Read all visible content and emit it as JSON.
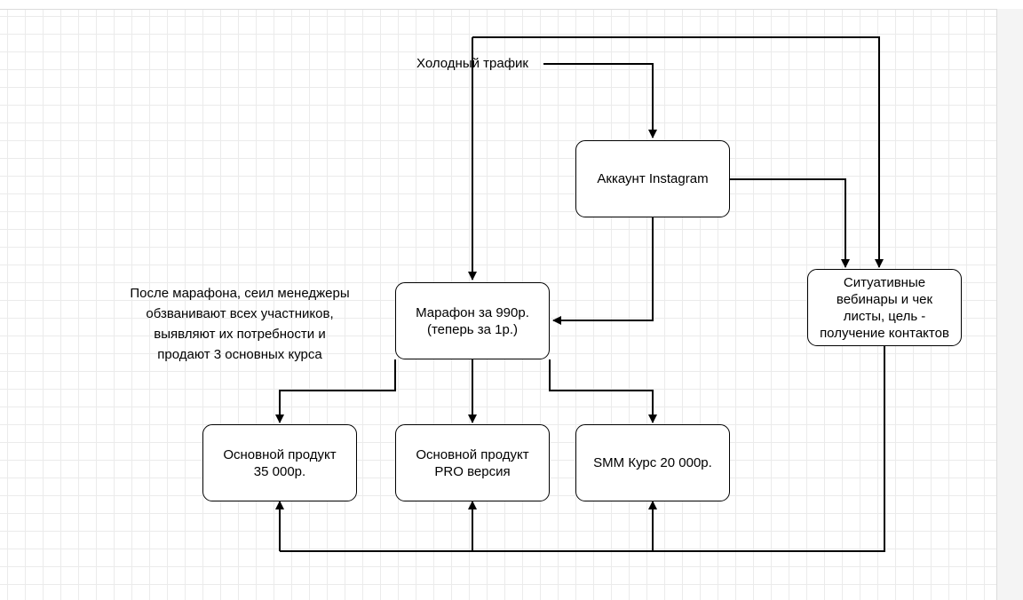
{
  "diagram": {
    "colors": {
      "stroke": "#000000",
      "grid": "#ebebeb",
      "background": "#ffffff"
    },
    "source_label": "Холодный трафик",
    "note": "После марафона, сеил менеджеры\nобзванивают всех участников,\nвыявляют их потребности и\nпродают 3 основных курса",
    "nodes": {
      "instagram": "Аккаунт Instagram",
      "marathon": "Марафон за 990р.\n(теперь за 1р.)",
      "webinars": "Ситуативные\nвебинары и чек\nлисты, цель -\nполучение контактов",
      "product_main": "Основной продукт\n35 000р.",
      "product_pro": "Основной продукт\nPRO версия",
      "smm_course": "SMM Курс 20 000р."
    },
    "edges": [
      {
        "from": "source_label",
        "to": "instagram"
      },
      {
        "from": "source_label",
        "to": "marathon"
      },
      {
        "from": "source_label",
        "to": "webinars"
      },
      {
        "from": "instagram",
        "to": "marathon"
      },
      {
        "from": "instagram",
        "to": "webinars"
      },
      {
        "from": "marathon",
        "to": "product_main"
      },
      {
        "from": "marathon",
        "to": "product_pro"
      },
      {
        "from": "marathon",
        "to": "smm_course"
      },
      {
        "from": "webinars",
        "to": "product_main"
      },
      {
        "from": "webinars",
        "to": "product_pro"
      },
      {
        "from": "webinars",
        "to": "smm_course"
      }
    ]
  }
}
